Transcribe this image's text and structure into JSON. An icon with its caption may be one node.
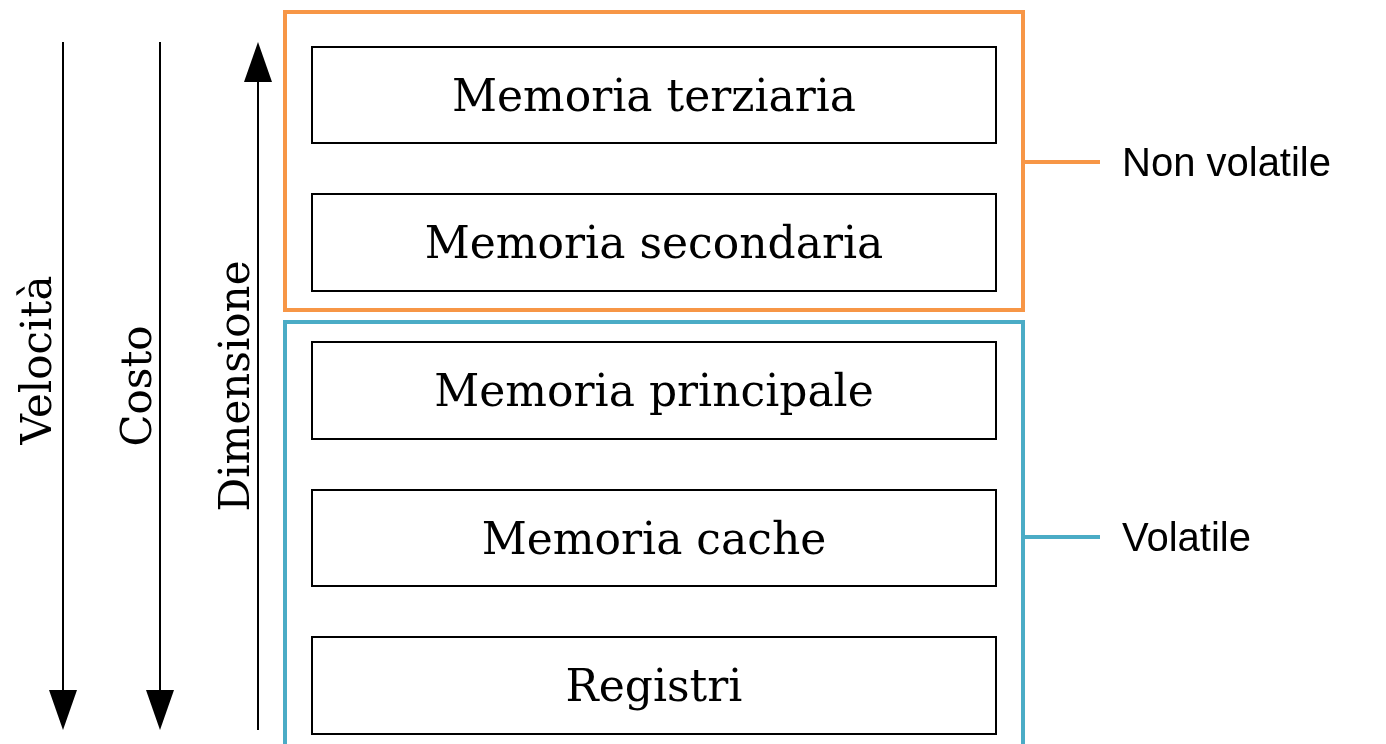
{
  "diagram": {
    "nodes": [
      {
        "text": [],
        "shape": "box"
      },
      {
        "text": [
          "Memoria terziaria"
        ],
        "in": 0
      },
      {
        "text": [
          "Memoria secondaria"
        ],
        "in": 0
      },
      {
        "text": [],
        "shape": "box"
      },
      {
        "text": [
          "Memoria principale"
        ],
        "in": 3
      },
      {
        "text": [
          "Memoria cache"
        ],
        "in": 3
      },
      {
        "text": [
          "Registri"
        ],
        "in": 3
      },
      {
        "text": [
          "Non volatile"
        ]
      },
      {
        "text": [
          "Volatile"
        ]
      }
    ],
    "edges": [
      {
        "from": 7,
        "to": 0,
        "arrow": "none",
        "color": "#f79646"
      },
      {
        "from": 8,
        "to": 3,
        "arrow": "none",
        "color": "#4bacc6"
      }
    ],
    "labels": [
      "Velocità",
      "Costo",
      "Dimensione"
    ]
  }
}
